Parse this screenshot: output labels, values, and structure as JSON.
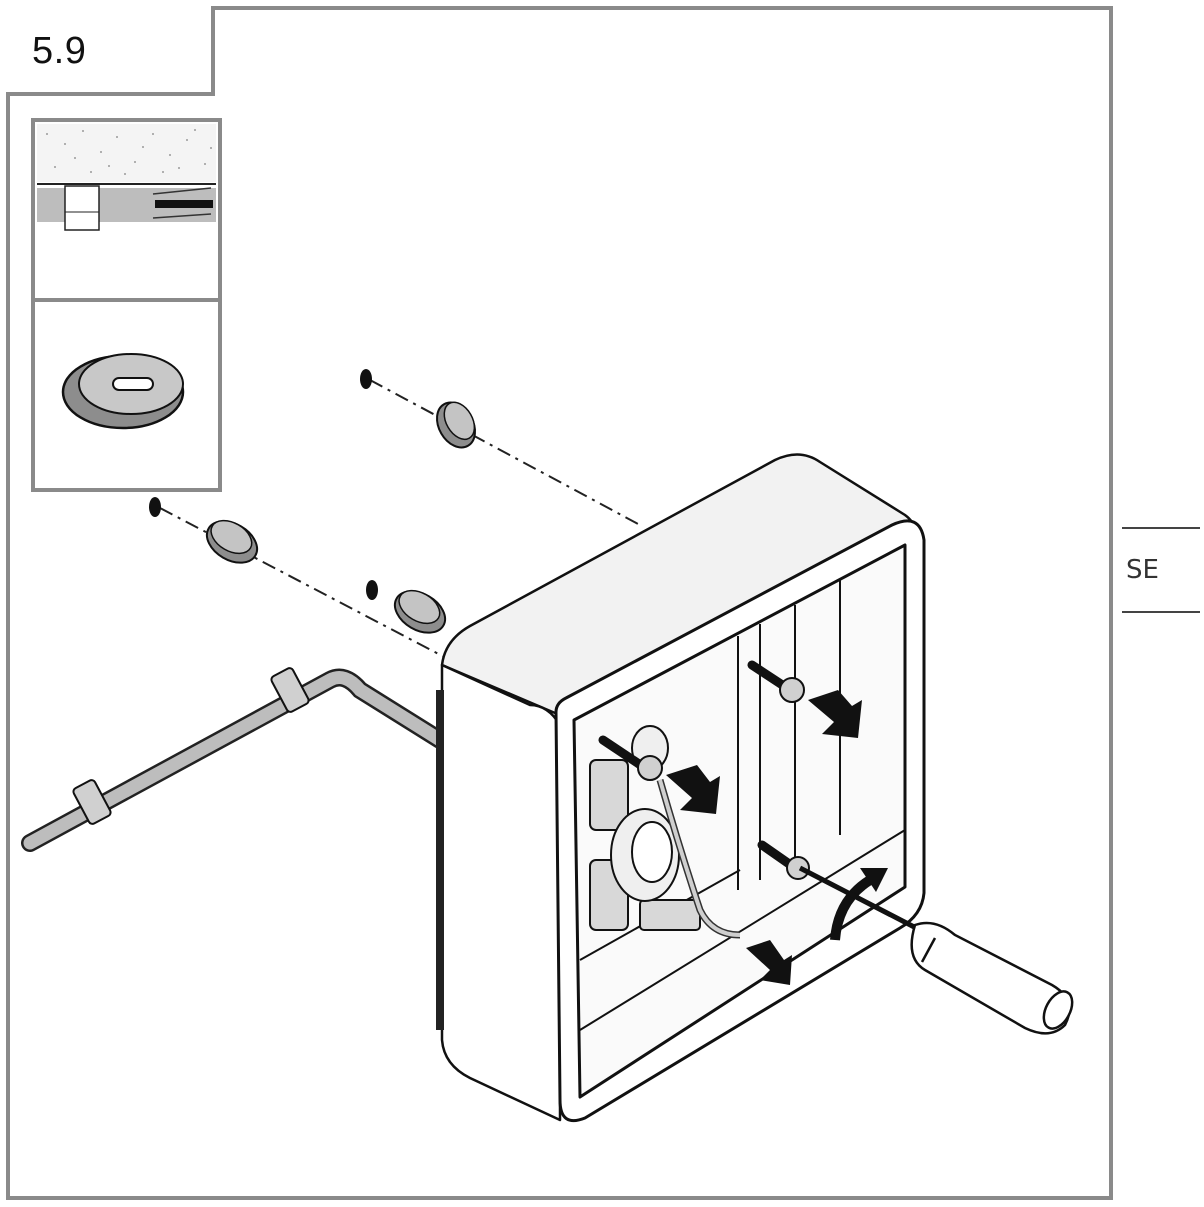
{
  "page": {
    "step_number": "5.9",
    "language_code": "SE"
  },
  "icons": {
    "inset_top": "wall-cross-section-icon",
    "inset_bottom": "oval-grommet-icon",
    "main": "wall-box-mounting-illustration"
  },
  "colors": {
    "frame": "#8a8a8a",
    "ink": "#1a1a1a",
    "shade": "#bdbdbd"
  }
}
